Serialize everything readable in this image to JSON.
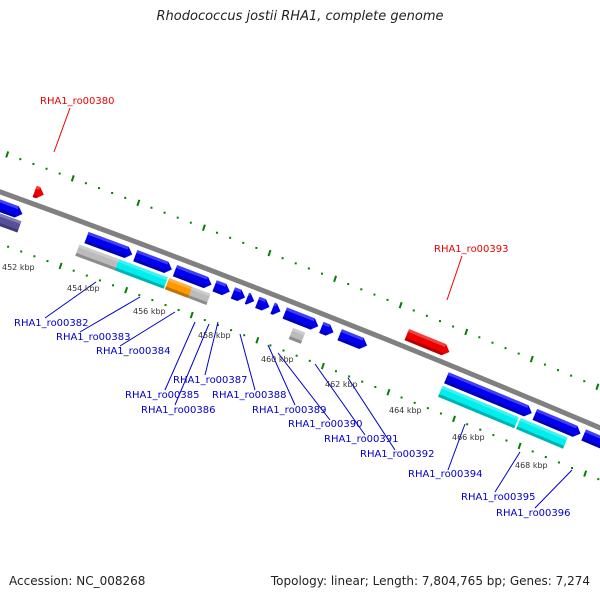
{
  "title": "Rhodococcus jostii RHA1, complete genome",
  "footer": {
    "accession": "Accession: NC_008268",
    "summary": "Topology: linear; Length: 7,804,765 bp; Genes: 7,274"
  },
  "colors": {
    "backbone": "#808080",
    "forward_gene": "#0000ee",
    "highlight_gene": "#ee0000",
    "cyan_feature": "#00eeee",
    "orange_feature": "#ff9900",
    "grey_feature": "#bbbbbb",
    "purple_feature": "#55509a",
    "tick": "#008000",
    "label_blue": "#0000cc",
    "label_red": "#ee0000"
  },
  "kbp_ticks": [
    "452 kbp",
    "454 kbp",
    "456 kbp",
    "458 kbp",
    "460 kbp",
    "462 kbp",
    "464 kbp",
    "466 kbp",
    "468 kbp"
  ],
  "highlighted_genes": [
    {
      "name": "RHA1_ro00380"
    },
    {
      "name": "RHA1_ro00393"
    }
  ],
  "labeled_genes": [
    {
      "name": "RHA1_ro00382"
    },
    {
      "name": "RHA1_ro00383"
    },
    {
      "name": "RHA1_ro00384"
    },
    {
      "name": "RHA1_ro00385"
    },
    {
      "name": "RHA1_ro00386"
    },
    {
      "name": "RHA1_ro00387"
    },
    {
      "name": "RHA1_ro00388"
    },
    {
      "name": "RHA1_ro00389"
    },
    {
      "name": "RHA1_ro00390"
    },
    {
      "name": "RHA1_ro00391"
    },
    {
      "name": "RHA1_ro00392"
    },
    {
      "name": "RHA1_ro00394"
    },
    {
      "name": "RHA1_ro00395"
    },
    {
      "name": "RHA1_ro00396"
    }
  ]
}
